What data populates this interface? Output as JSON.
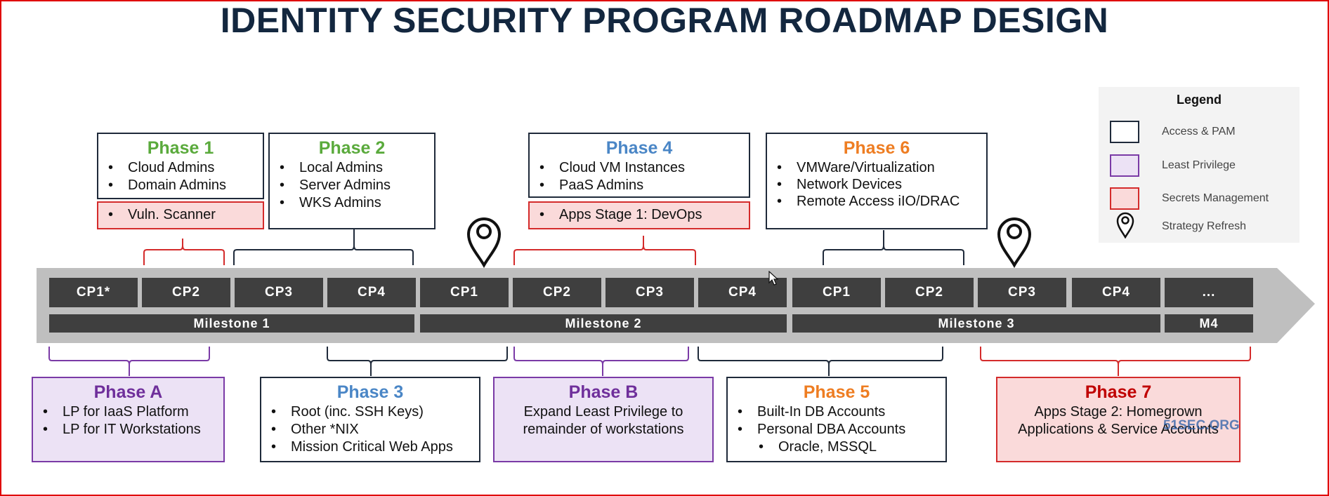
{
  "title": "IDENTITY SECURITY PROGRAM ROADMAP DESIGN",
  "legend": {
    "title": "Legend",
    "items": [
      {
        "kind": "access",
        "label": "Access & PAM"
      },
      {
        "kind": "lp",
        "label": "Least Privilege"
      },
      {
        "kind": "secrets",
        "label": "Secrets Management"
      },
      {
        "kind": "pin",
        "label": "Strategy Refresh"
      }
    ]
  },
  "checkpoints": [
    "CP1*",
    "CP2",
    "CP3",
    "CP4",
    "CP1",
    "CP2",
    "CP3",
    "CP4",
    "CP1",
    "CP2",
    "CP3",
    "CP4",
    "..."
  ],
  "milestones": [
    "Milestone 1",
    "Milestone 2",
    "Milestone 3",
    "M4"
  ],
  "phases_top": {
    "p1": {
      "title": "Phase 1",
      "items": [
        "Cloud Admins",
        "Domain Admins"
      ],
      "extra": "Vuln. Scanner"
    },
    "p2": {
      "title": "Phase 2",
      "items": [
        "Local Admins",
        "Server Admins",
        "WKS Admins"
      ]
    },
    "p4": {
      "title": "Phase 4",
      "items": [
        "Cloud VM Instances",
        "PaaS Admins"
      ],
      "extra": "Apps Stage 1: DevOps"
    },
    "p6": {
      "title": "Phase 6",
      "items": [
        "VMWare/Virtualization",
        "Network Devices",
        "Remote Access iIO/DRAC"
      ]
    }
  },
  "phases_bottom": {
    "pa": {
      "title": "Phase A",
      "items": [
        "LP for IaaS Platform",
        "LP for IT Workstations"
      ]
    },
    "p3": {
      "title": "Phase 3",
      "items": [
        "Root (inc. SSH Keys)",
        "Other *NIX",
        "Mission Critical Web Apps"
      ]
    },
    "pb": {
      "title": "Phase B",
      "lines": [
        "Expand  Least Privilege to",
        "remainder of workstations"
      ]
    },
    "p5": {
      "title": "Phase 5",
      "items": [
        "Built-In DB Accounts",
        "Personal DBA Accounts"
      ],
      "sub": "Oracle, MSSQL"
    },
    "p7": {
      "title": "Phase 7",
      "lines": [
        "Apps Stage 2: Homegrown",
        "Applications & Service Accounts"
      ]
    }
  },
  "watermark": "51SEC.ORG",
  "colors": {
    "access": "#1f2a3a",
    "least_privilege": "#7a3aa6",
    "secrets": "#d42b2b",
    "timeline": "#3f3f3f",
    "arrow": "#bfbfbf"
  }
}
